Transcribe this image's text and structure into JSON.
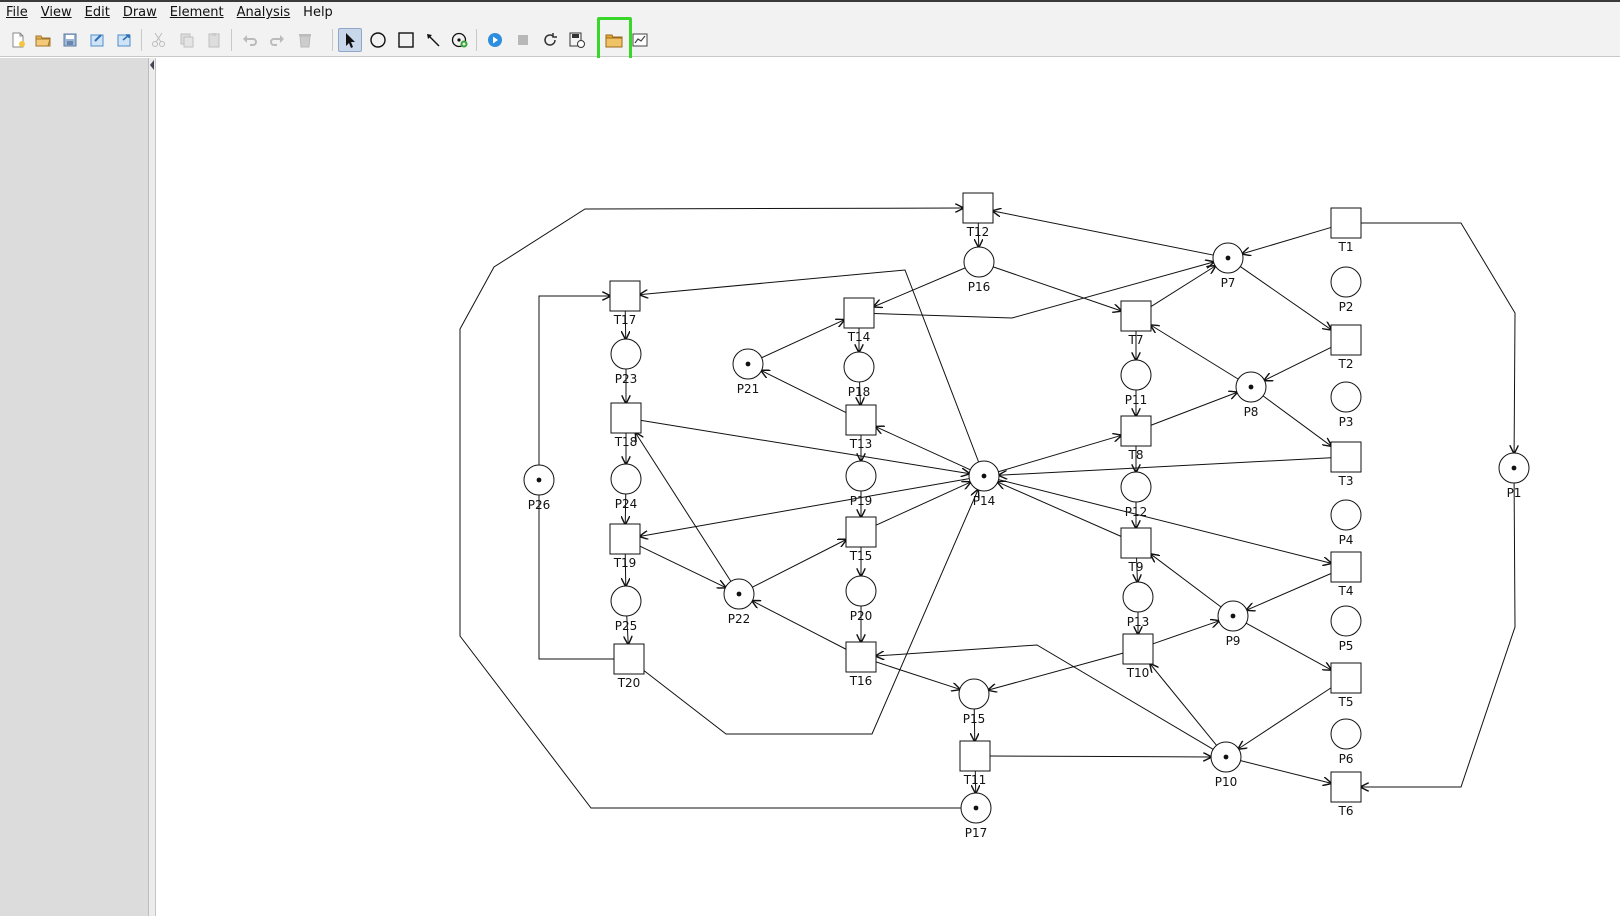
{
  "menu": {
    "file": "File",
    "view": "View",
    "edit": "Edit",
    "draw": "Draw",
    "element": "Element",
    "analysis": "Analysis",
    "help": "Help"
  },
  "toolbar": {
    "buttons": [
      "new-file-icon",
      "open-file-icon",
      "save-icon",
      "save-as-icon",
      "export-icon",
      "cut-icon",
      "copy-icon",
      "paste-icon",
      "undo-icon",
      "redo-icon",
      "delete-icon",
      "select-arrow-icon",
      "place-circle-icon",
      "transition-square-icon",
      "arc-arrow-icon",
      "token-icon",
      "play-icon",
      "stop-icon",
      "refresh-icon",
      "save-state-icon",
      "open-folder-icon",
      "chart-icon"
    ],
    "highlighted": "open-folder-icon",
    "selected_tool": "select-arrow-icon"
  },
  "petri_net": {
    "places": [
      {
        "id": "P1",
        "tokens": 1
      },
      {
        "id": "P2",
        "tokens": 0
      },
      {
        "id": "P3",
        "tokens": 0
      },
      {
        "id": "P4",
        "tokens": 0
      },
      {
        "id": "P5",
        "tokens": 0
      },
      {
        "id": "P6",
        "tokens": 0
      },
      {
        "id": "P7",
        "tokens": 1
      },
      {
        "id": "P8",
        "tokens": 1
      },
      {
        "id": "P9",
        "tokens": 1
      },
      {
        "id": "P10",
        "tokens": 1
      },
      {
        "id": "P11",
        "tokens": 0
      },
      {
        "id": "P12",
        "tokens": 0
      },
      {
        "id": "P13",
        "tokens": 0
      },
      {
        "id": "P14",
        "tokens": 1
      },
      {
        "id": "P15",
        "tokens": 0
      },
      {
        "id": "P16",
        "tokens": 0
      },
      {
        "id": "P17",
        "tokens": 1
      },
      {
        "id": "P18",
        "tokens": 0
      },
      {
        "id": "P19",
        "tokens": 0
      },
      {
        "id": "P20",
        "tokens": 0
      },
      {
        "id": "P21",
        "tokens": 1
      },
      {
        "id": "P22",
        "tokens": 1
      },
      {
        "id": "P23",
        "tokens": 0
      },
      {
        "id": "P24",
        "tokens": 0
      },
      {
        "id": "P25",
        "tokens": 0
      },
      {
        "id": "P26",
        "tokens": 1
      }
    ],
    "transitions": [
      "T1",
      "T2",
      "T3",
      "T4",
      "T5",
      "T6",
      "T7",
      "T8",
      "T9",
      "T10",
      "T11",
      "T12",
      "T13",
      "T14",
      "T15",
      "T16",
      "T17",
      "T18",
      "T19",
      "T20"
    ]
  }
}
